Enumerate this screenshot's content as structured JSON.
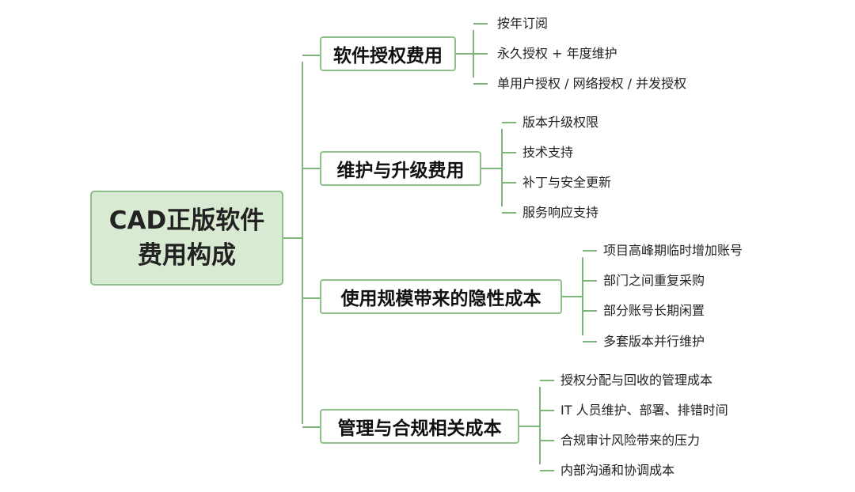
{
  "root": {
    "line1": "CAD正版软件",
    "line2": "费用构成"
  },
  "branches": [
    {
      "label": "软件授权费用",
      "items": [
        "按年订阅",
        "永久授权 + 年度维护",
        "单用户授权 / 网络授权 / 并发授权"
      ]
    },
    {
      "label": "维护与升级费用",
      "items": [
        "版本升级权限",
        "技术支持",
        "补丁与安全更新",
        "服务响应支持"
      ]
    },
    {
      "label": "使用规模带来的隐性成本",
      "items": [
        "项目高峰期临时增加账号",
        "部门之间重复采购",
        "部分账号长期闲置",
        "多套版本并行维护"
      ]
    },
    {
      "label": "管理与合规相关成本",
      "items": [
        "授权分配与回收的管理成本",
        "IT 人员维护、部署、排错时间",
        "合规审计风险带来的压力",
        "内部沟通和协调成本"
      ]
    }
  ],
  "colors": {
    "root_fill": "#d9ead3",
    "border": "#8fc08a",
    "connector": "#7db47a"
  }
}
